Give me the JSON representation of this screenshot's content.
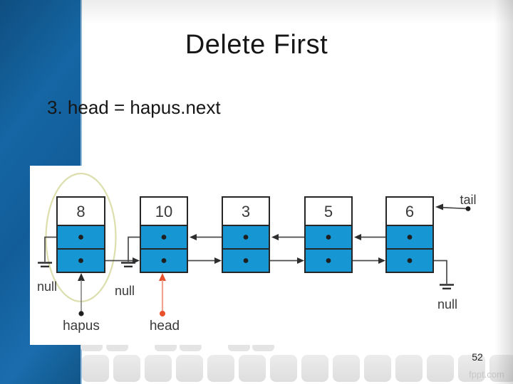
{
  "slide": {
    "title": "Delete First",
    "subtitle": "3. head = hapus.next",
    "page_number": "52",
    "watermark": "fppt.com"
  },
  "diagram": {
    "type": "doubly_linked_list",
    "operation": "delete-first",
    "nodes": [
      {
        "value": "8",
        "marked_for_deletion": true
      },
      {
        "value": "10",
        "marked_for_deletion": false
      },
      {
        "value": "3",
        "marked_for_deletion": false
      },
      {
        "value": "5",
        "marked_for_deletion": false
      },
      {
        "value": "6",
        "marked_for_deletion": false
      }
    ],
    "pointer_labels": {
      "hapus": "hapus",
      "head": "head",
      "tail": "tail"
    },
    "null_labels": [
      "null",
      "null",
      "null"
    ],
    "notes": "hapus points to circled node 8; head points to node 10; node 8 prev -> null; node 10 prev -> null; node 6 next -> null; tail -> node 6"
  },
  "colors": {
    "sidebar_blue": "#1566a4",
    "node_fill": "#1697d4",
    "node_border": "#262626",
    "connector": "#4a4a4a",
    "head_arrow": "#e8512b",
    "head_arrow_line": "#f2a493",
    "deletion_ellipse": "#dcdfad",
    "key_gray": "#e4e4e4"
  }
}
